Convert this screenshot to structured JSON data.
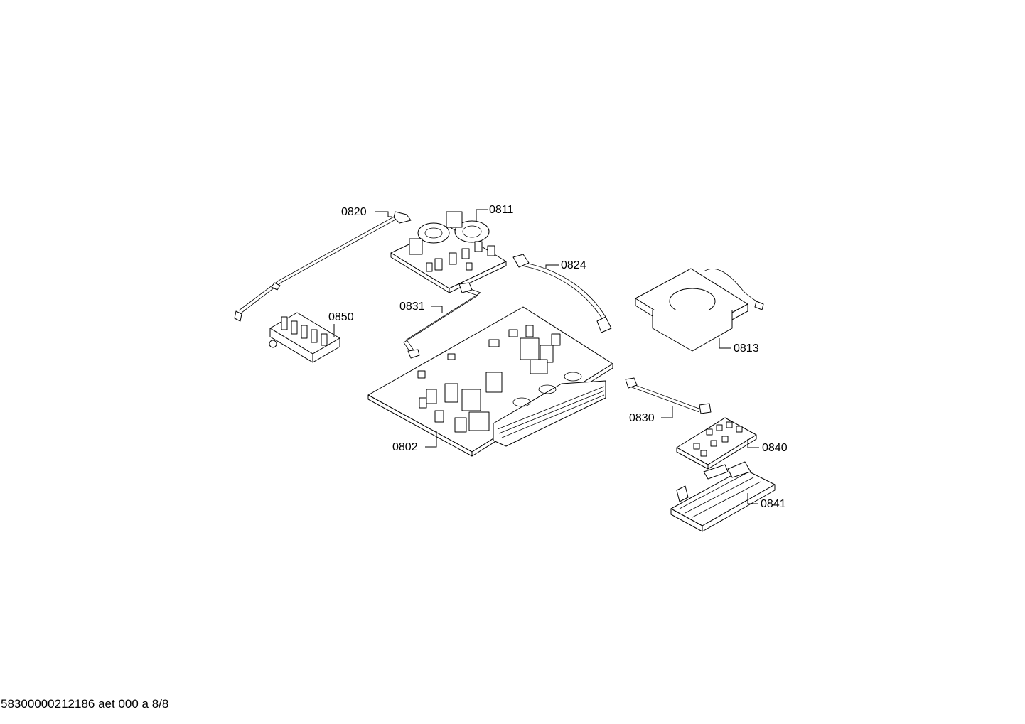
{
  "parts": [
    {
      "id": "p0802",
      "label": "0802"
    },
    {
      "id": "p0811",
      "label": "0811"
    },
    {
      "id": "p0813",
      "label": "0813"
    },
    {
      "id": "p0820",
      "label": "0820"
    },
    {
      "id": "p0824",
      "label": "0824"
    },
    {
      "id": "p0830",
      "label": "0830"
    },
    {
      "id": "p0831",
      "label": "0831"
    },
    {
      "id": "p0840",
      "label": "0840"
    },
    {
      "id": "p0841",
      "label": "0841"
    },
    {
      "id": "p0850",
      "label": "0850"
    }
  ],
  "footer": {
    "text": "58300000212186 aet 000 a 8/8"
  }
}
